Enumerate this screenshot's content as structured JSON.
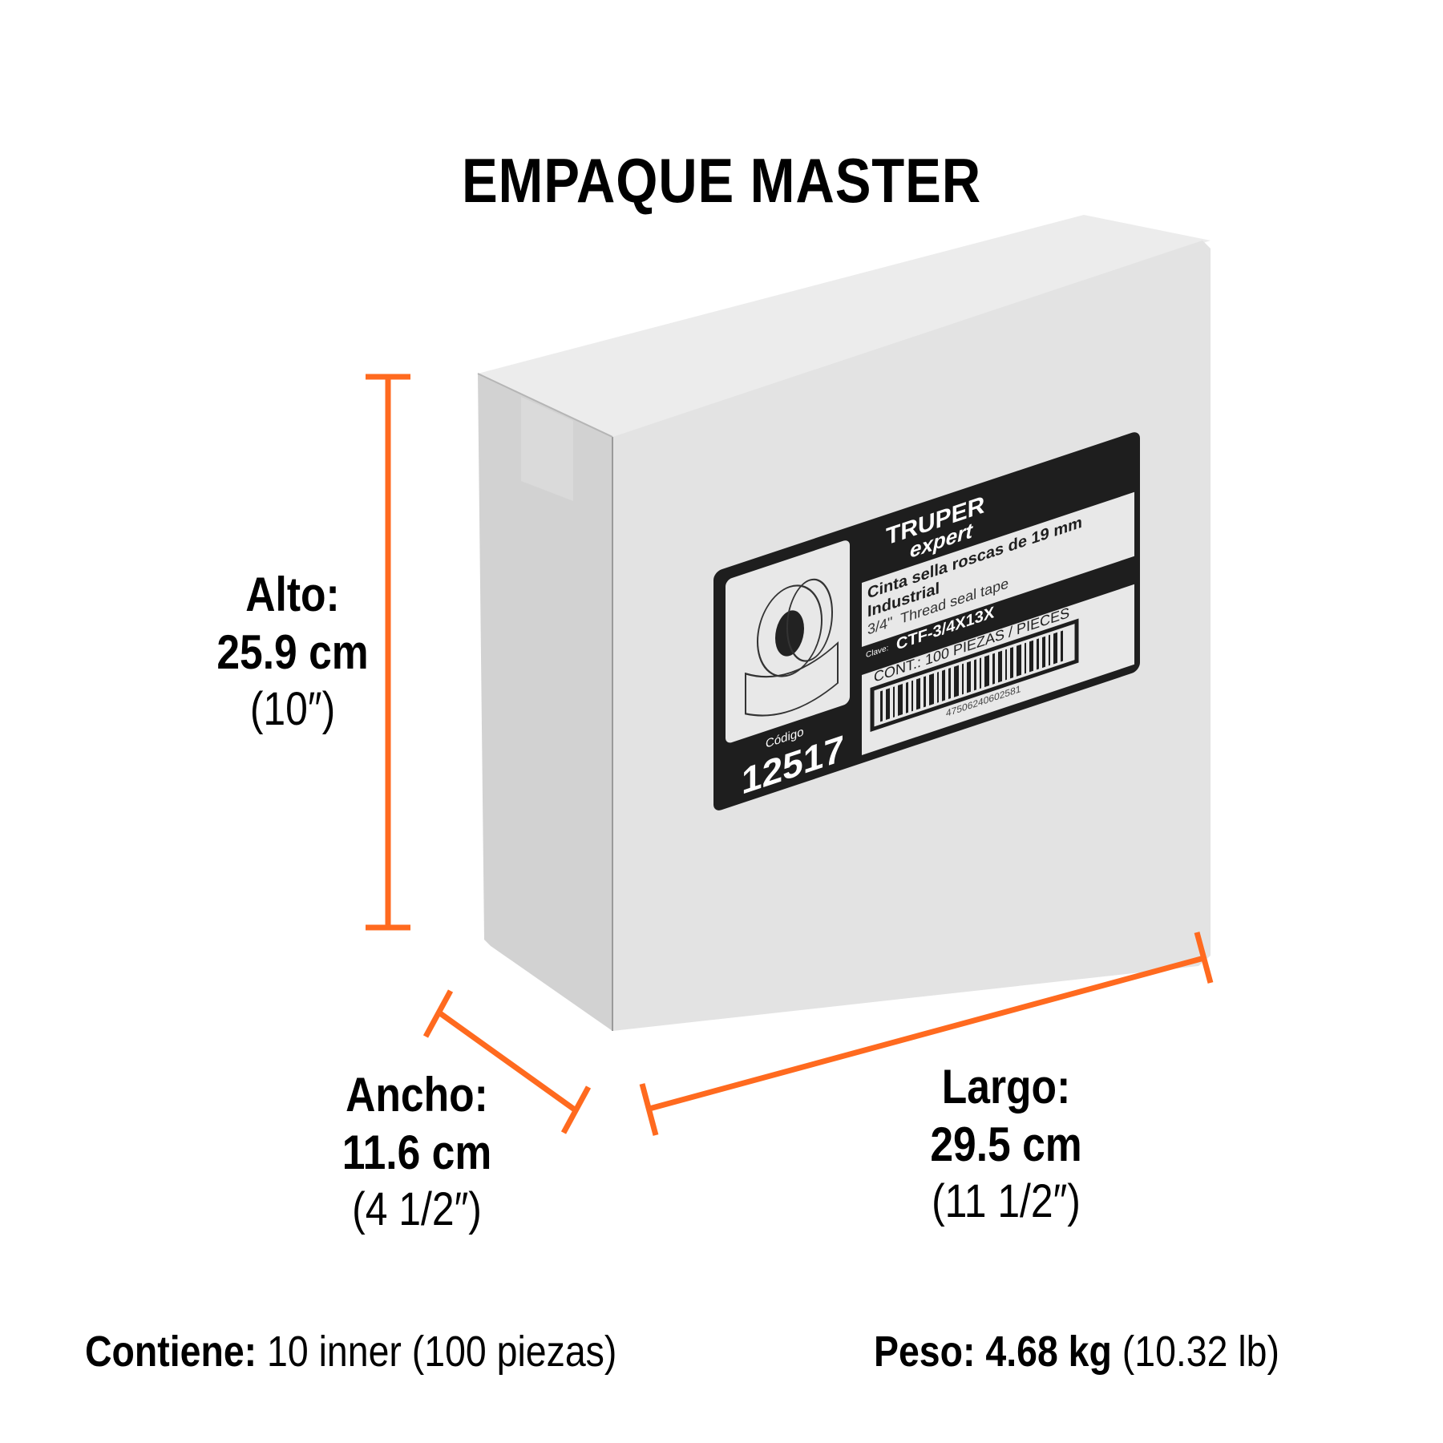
{
  "header": {
    "title": "EMPAQUE MASTER"
  },
  "colors": {
    "accent": "#FF6A1F",
    "box_face": "#E4E4E4",
    "box_side": "#CFCFCF",
    "box_top": "#EBEBEB",
    "label_dark": "#1E1E1E"
  },
  "dimensions": {
    "alto": {
      "label": "Alto:",
      "cm": "25.9 cm",
      "inch": "(10″)"
    },
    "ancho": {
      "label": "Ancho:",
      "cm": "11.6 cm",
      "inch": "(4 1/2″)"
    },
    "largo": {
      "label": "Largo:",
      "cm": "29.5 cm",
      "inch": "(11 1/2″)"
    }
  },
  "footer": {
    "contiene_label": "Contiene:",
    "contiene_value": "10 inner (100 piezas)",
    "peso_label": "Peso:",
    "peso_value_bold": "4.68 kg",
    "peso_value_alt": "(10.32 lb)"
  },
  "box_label": {
    "brand_top": "TRUPER",
    "brand_sub": "expert",
    "product_name_line1": "Cinta sella roscas de 19 mm",
    "product_name_line2": "Industrial",
    "product_en": "3/4\"  Thread seal tape",
    "clave_label": "Clave:",
    "clave_value": "CTF-3/4X13X",
    "contents": "CONT.: 100 PIEZAS / PIECES",
    "barcode_number": "47506240602581",
    "codigo_label": "Código",
    "codigo_value": "12517"
  }
}
